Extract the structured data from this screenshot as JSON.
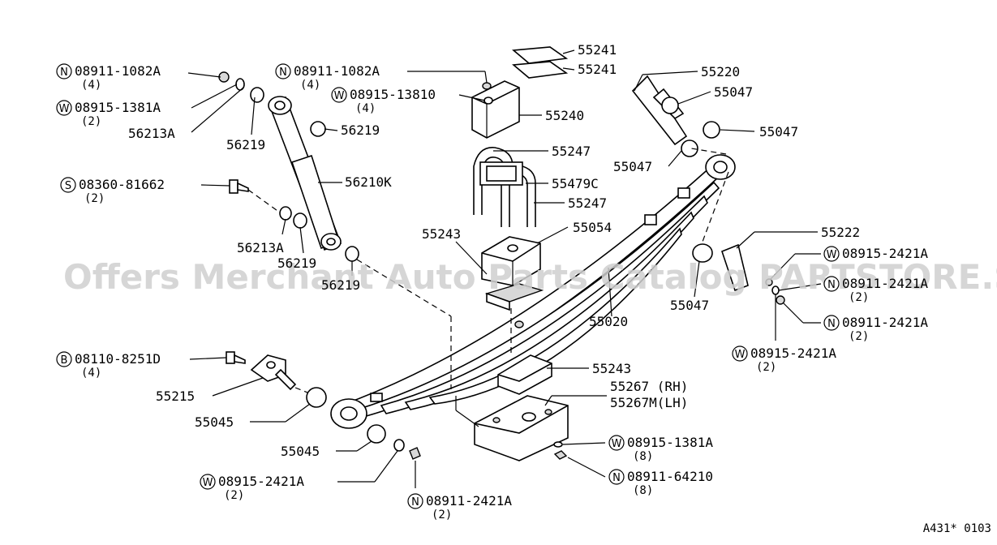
{
  "watermark": "Offers Merchant Auto Parts Catalog PARTSTORE.SA",
  "diagram_ref": "A431* 0103",
  "callouts": [
    {
      "id": "c1",
      "prefix": "N",
      "part": "08911-1082A",
      "qty": "(4)"
    },
    {
      "id": "c2",
      "prefix": "W",
      "part": "08915-1381A",
      "qty": "(2)"
    },
    {
      "id": "c3",
      "prefix": "",
      "part": "56213A",
      "qty": ""
    },
    {
      "id": "c4",
      "prefix": "",
      "part": "56219",
      "qty": ""
    },
    {
      "id": "c5",
      "prefix": "",
      "part": "56219",
      "qty": ""
    },
    {
      "id": "c6",
      "prefix": "S",
      "part": "08360-81662",
      "qty": "(2)"
    },
    {
      "id": "c7",
      "prefix": "",
      "part": "56210K",
      "qty": ""
    },
    {
      "id": "c8",
      "prefix": "",
      "part": "56213A",
      "qty": ""
    },
    {
      "id": "c9",
      "prefix": "",
      "part": "56219",
      "qty": ""
    },
    {
      "id": "c10",
      "prefix": "",
      "part": "56219",
      "qty": ""
    },
    {
      "id": "c11",
      "prefix": "N",
      "part": "08911-1082A",
      "qty": "(4)"
    },
    {
      "id": "c12",
      "prefix": "W",
      "part": "08915-13810",
      "qty": "(4)"
    },
    {
      "id": "c13",
      "prefix": "",
      "part": "55241",
      "qty": ""
    },
    {
      "id": "c14",
      "prefix": "",
      "part": "55241",
      "qty": ""
    },
    {
      "id": "c15",
      "prefix": "",
      "part": "55240",
      "qty": ""
    },
    {
      "id": "c16",
      "prefix": "",
      "part": "55247",
      "qty": ""
    },
    {
      "id": "c17",
      "prefix": "",
      "part": "55479C",
      "qty": ""
    },
    {
      "id": "c18",
      "prefix": "",
      "part": "55247",
      "qty": ""
    },
    {
      "id": "c19",
      "prefix": "",
      "part": "55243",
      "qty": ""
    },
    {
      "id": "c20",
      "prefix": "",
      "part": "55054",
      "qty": ""
    },
    {
      "id": "c21",
      "prefix": "",
      "part": "55220",
      "qty": ""
    },
    {
      "id": "c22",
      "prefix": "",
      "part": "55047",
      "qty": ""
    },
    {
      "id": "c23",
      "prefix": "",
      "part": "55047",
      "qty": ""
    },
    {
      "id": "c24",
      "prefix": "",
      "part": "55047",
      "qty": ""
    },
    {
      "id": "c25",
      "prefix": "",
      "part": "55222",
      "qty": ""
    },
    {
      "id": "c26",
      "prefix": "W",
      "part": "08915-2421A",
      "qty": ""
    },
    {
      "id": "c27",
      "prefix": "N",
      "part": "08911-2421A",
      "qty": "(2)"
    },
    {
      "id": "c28",
      "prefix": "",
      "part": "55047",
      "qty": ""
    },
    {
      "id": "c29",
      "prefix": "",
      "part": "55020",
      "qty": ""
    },
    {
      "id": "c30",
      "prefix": "N",
      "part": "08911-2421A",
      "qty": "(2)"
    },
    {
      "id": "c31",
      "prefix": "W",
      "part": "08915-2421A",
      "qty": "(2)"
    },
    {
      "id": "c32",
      "prefix": "B",
      "part": "08110-8251D",
      "qty": "(4)"
    },
    {
      "id": "c33",
      "prefix": "",
      "part": "55243",
      "qty": ""
    },
    {
      "id": "c34",
      "prefix": "",
      "part": "55267 (RH)",
      "qty": ""
    },
    {
      "id": "c35",
      "prefix": "",
      "part": "55267M(LH)",
      "qty": ""
    },
    {
      "id": "c36",
      "prefix": "",
      "part": "55215",
      "qty": ""
    },
    {
      "id": "c37",
      "prefix": "",
      "part": "55045",
      "qty": ""
    },
    {
      "id": "c38",
      "prefix": "",
      "part": "55045",
      "qty": ""
    },
    {
      "id": "c39",
      "prefix": "W",
      "part": "08915-1381A",
      "qty": "(8)"
    },
    {
      "id": "c40",
      "prefix": "N",
      "part": "08911-64210",
      "qty": "(8)"
    },
    {
      "id": "c41",
      "prefix": "W",
      "part": "08915-2421A",
      "qty": "(2)"
    },
    {
      "id": "c42",
      "prefix": "N",
      "part": "08911-2421A",
      "qty": "(2)"
    }
  ]
}
